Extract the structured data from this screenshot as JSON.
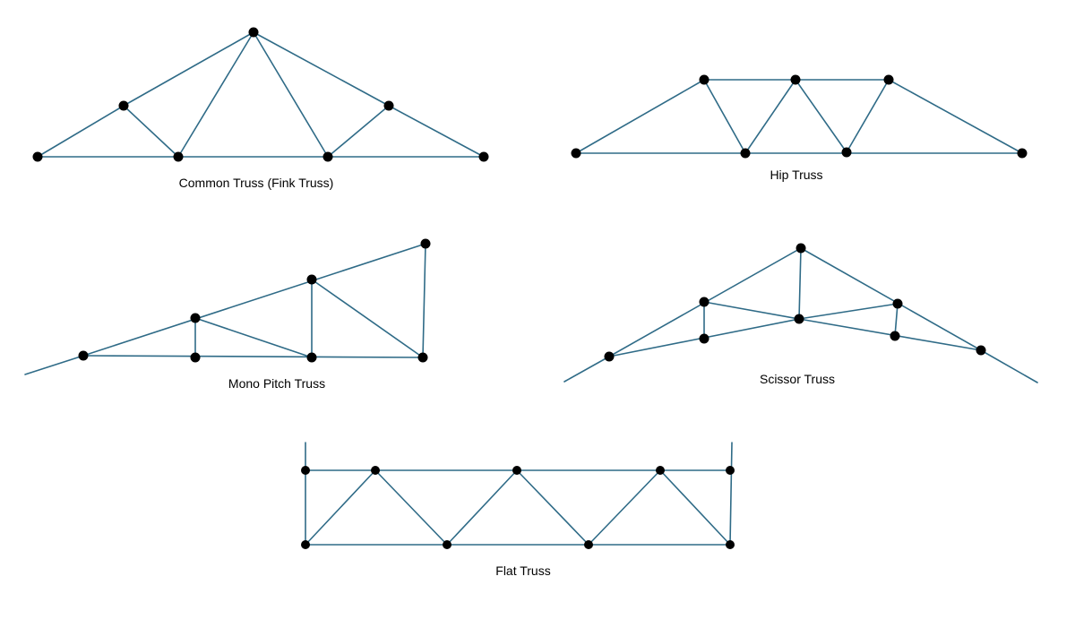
{
  "colors": {
    "member": "#2f6b87",
    "joint": "#000000",
    "background": "#ffffff"
  },
  "diagrams": [
    {
      "id": "common",
      "caption": "Common Truss (Fink Truss)"
    },
    {
      "id": "hip",
      "caption": "Hip Truss"
    },
    {
      "id": "mono",
      "caption": "Mono Pitch Truss"
    },
    {
      "id": "scissor",
      "caption": "Scissor Truss"
    },
    {
      "id": "flat",
      "caption": "Flat Truss"
    }
  ]
}
